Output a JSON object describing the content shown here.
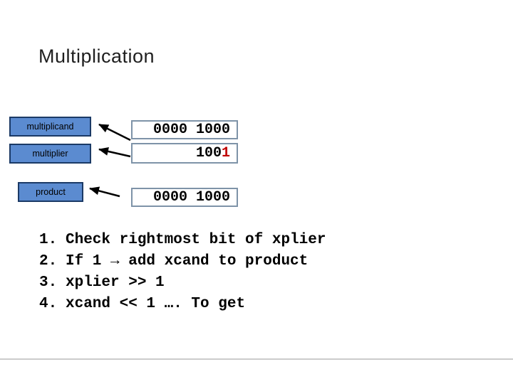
{
  "title": "Multiplication",
  "registers": [
    {
      "label": "multiplicand",
      "value": "0000 1000",
      "value_highlight": ""
    },
    {
      "label": "multiplier",
      "value": "100",
      "value_highlight": "1"
    },
    {
      "label": "product",
      "value": "0000 1000",
      "value_highlight": ""
    }
  ],
  "steps": [
    {
      "number": "1.",
      "text": "Check rightmost bit of xplier"
    },
    {
      "number": "2.",
      "text": "If 1 → add xcand to product"
    },
    {
      "number": "3.",
      "text": "xplier >> 1"
    },
    {
      "number": "4.",
      "text": "xcand << 1 …. To get"
    }
  ],
  "icons": {
    "arrow_multiplicand": "black-arrow-pointing-left",
    "arrow_multiplier": "black-arrow-pointing-left",
    "arrow_product": "black-arrow-pointing-left"
  },
  "colors": {
    "register_box_fill": "#5b8bd0",
    "register_box_border": "#1b3a66",
    "value_box_border": "#7e93a8",
    "value_box_fill": "#ffffff",
    "highlight_digit": "#c00000",
    "divider": "#cccccc",
    "arrow": "#000000",
    "title_color": "#1f1f1f"
  }
}
